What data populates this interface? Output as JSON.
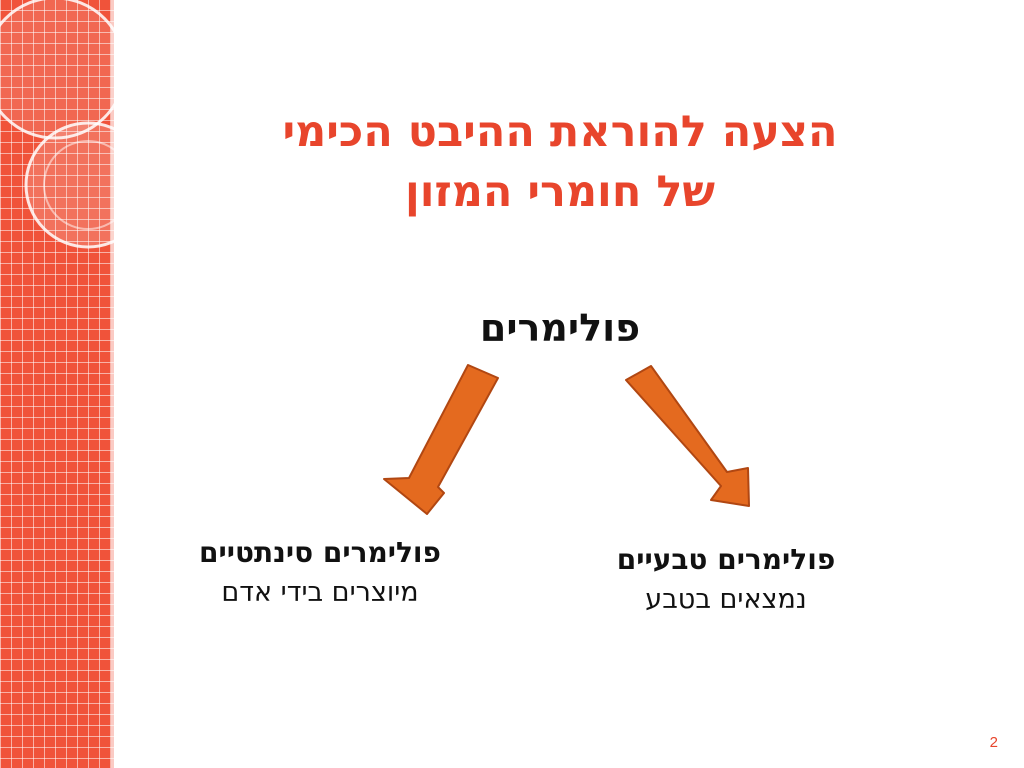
{
  "slide": {
    "title_line1": "הצעה להוראת ההיבט הכימי",
    "title_line2": "של חומרי המזון",
    "heading": "פולימרים",
    "branches": {
      "natural": {
        "title": "פולימרים טבעיים",
        "subtitle": "נמצאים בטבע"
      },
      "synthetic": {
        "title": "פולימרים סינתטיים",
        "subtitle": "מיוצרים בידי אדם"
      }
    },
    "page_number": "2"
  },
  "colors": {
    "accent": "#e8452c",
    "panel": "#f0533a",
    "arrow_fill": "#e46a1f",
    "arrow_stroke": "#b14712"
  }
}
